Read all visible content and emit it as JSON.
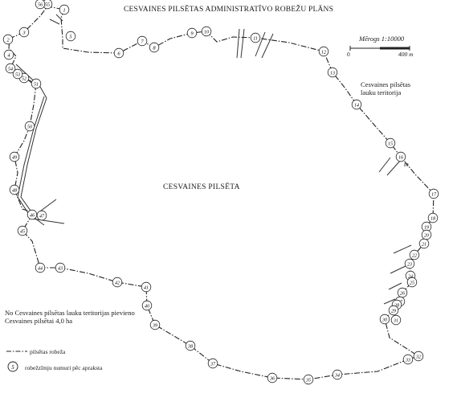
{
  "title": "CESVAINES PILSĒTAS ADMINISTRATĪVO ROBEŽU PLĀNS",
  "city_label": "CESVAINES PILSĒTA",
  "scale": {
    "label": "Mērogs 1:10000",
    "start": "0",
    "end": "400 m"
  },
  "rural_territory_label": "Cesvaines pilsētas lauku teritorija",
  "road_mark": "m",
  "note": "No Cesvaines pilsētas lauku teritorijas pievieno Cesvaines pilsētai 4,0 ha",
  "legend": {
    "boundary_label": "pilsētas robeža",
    "point_sample": "5",
    "point_label": "robežzīmju numuri pēc apraksta"
  },
  "boundary_points": [
    "1",
    "2",
    "3",
    "4",
    "5",
    "6",
    "7",
    "8",
    "9",
    "10",
    "11",
    "12",
    "13",
    "14",
    "15",
    "16",
    "17",
    "18",
    "19",
    "20",
    "21",
    "22",
    "23",
    "24",
    "25",
    "26",
    "27",
    "28",
    "29",
    "30",
    "31",
    "32",
    "33",
    "34",
    "35",
    "36",
    "37",
    "38",
    "39",
    "40",
    "41",
    "42",
    "43",
    "44",
    "45",
    "46",
    "47",
    "48",
    "49",
    "50",
    "51",
    "52",
    "53",
    "54",
    "55",
    "56"
  ]
}
